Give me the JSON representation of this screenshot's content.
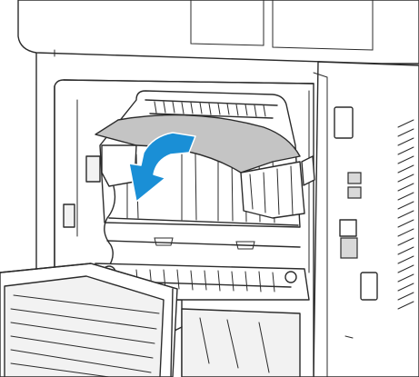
{
  "colors": {
    "arrow": "#1a8fd6",
    "paper": "#c4c4c4",
    "outline": "#2b2b2b"
  },
  "icons": [
    "printer-rear-door",
    "fuser-unit",
    "jammed-paper",
    "removal-arrow"
  ]
}
